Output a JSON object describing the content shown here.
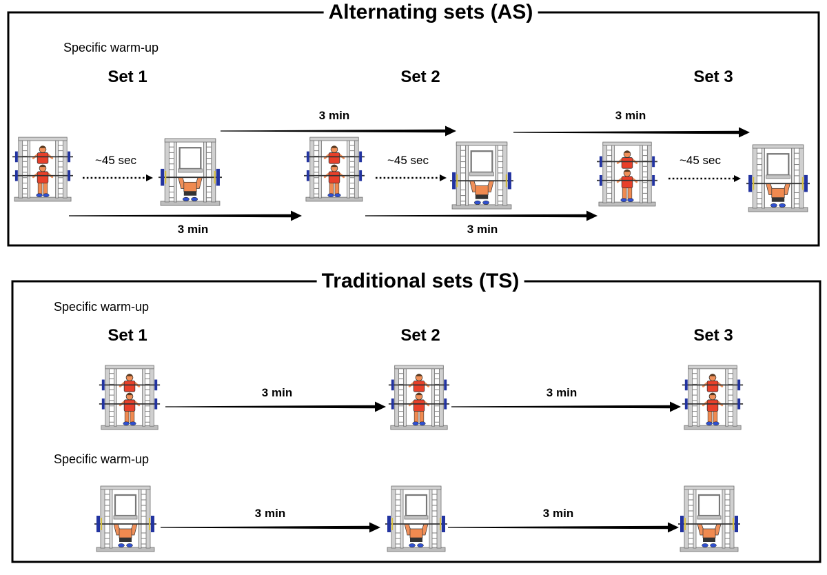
{
  "alternating_sets": {
    "title": "Alternating sets (AS)",
    "warmup_label": "Specific warm-up",
    "set_labels": [
      "Set 1",
      "Set 2",
      "Set 3"
    ],
    "upper_rest_labels": [
      "3 min",
      "3 min"
    ],
    "lower_rest_labels": [
      "3 min",
      "3 min"
    ],
    "transition_labels": [
      "~45 sec",
      "~45 sec",
      "~45 sec"
    ]
  },
  "traditional_sets": {
    "title": "Traditional sets (TS)",
    "set_labels": [
      "Set 1",
      "Set 2",
      "Set 3"
    ],
    "rows": [
      {
        "warmup_label": "Specific warm-up",
        "rest_labels": [
          "3 min",
          "3 min"
        ]
      },
      {
        "warmup_label": "Specific warm-up",
        "rest_labels": [
          "3 min",
          "3 min"
        ]
      }
    ]
  },
  "icons": {
    "exercise_a": "smith-machine-squat-icon",
    "exercise_b": "smith-machine-bench-press-icon"
  },
  "colors": {
    "border": "#000000",
    "machine_frame": "#d0d0d0",
    "plates": "#2233a0",
    "athlete_shirt": "#e8402a",
    "athlete_skin": "#f0905a",
    "shoes": "#3050d0"
  }
}
